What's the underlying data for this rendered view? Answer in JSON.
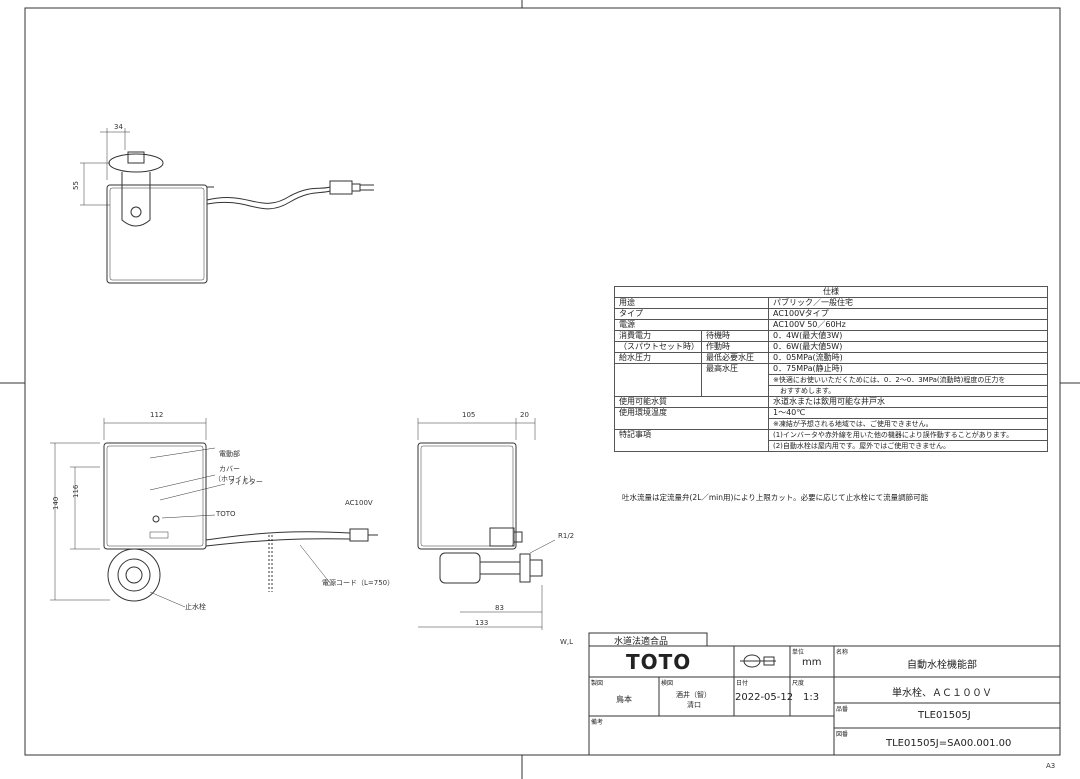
{
  "dimensions": {
    "top_width": "34",
    "top_height": "55",
    "front_width": "112",
    "front_height_total": "140",
    "front_height_body": "116",
    "side_width": "105",
    "side_offset": "20",
    "side_depth_a": "83",
    "side_depth_b": "133",
    "pipe_thread": "R1/2"
  },
  "callouts": {
    "body": "電動部",
    "cover": "カバー",
    "cover_color": "（ホワイト）",
    "filter": "フィルター",
    "brand_mark": "TOTO",
    "voltage": "AC100V",
    "cord": "電源コード（L=750）",
    "stop_valve": "止水栓",
    "scale_mark": "W,L",
    "sheet_size": "A3"
  },
  "spec": {
    "title": "仕様",
    "rows": [
      {
        "label": "用途",
        "sub": "",
        "value": "パブリック／一般住宅"
      },
      {
        "label": "タイプ",
        "sub": "",
        "value": "AC100Vタイプ"
      },
      {
        "label": "電源",
        "sub": "",
        "value": "AC100V 50／60Hz"
      },
      {
        "label": "消費電力",
        "sub": "待機時",
        "value": "0．4W(最大値3W)"
      },
      {
        "label": "（スパウトセット時）",
        "sub": "作動時",
        "value": "0．6W(最大値5W)"
      },
      {
        "label": "給水圧力",
        "sub": "最低必要水圧",
        "value": "0．05MPa(流動時)"
      },
      {
        "label": "",
        "sub": "最高水圧",
        "value": "0．75MPa(静止時)"
      },
      {
        "label": "",
        "sub": "",
        "value": "※快適にお使いいただくためには、0．2～0．3MPa(流動時)程度の圧力を"
      },
      {
        "label": "",
        "sub": "",
        "value": "　おすすめします。"
      },
      {
        "label": "使用可能水質",
        "sub": "",
        "value": "水道水または飲用可能な井戸水"
      },
      {
        "label": "使用環境温度",
        "sub": "",
        "value": "1～40℃"
      },
      {
        "label": "",
        "sub": "",
        "value": "※凍結が予想される地域では、ご使用できません。"
      },
      {
        "label": "特記事項",
        "sub": "",
        "value": "(1)インバータや赤外線を用いた他の機器により誤作動することがあります。"
      },
      {
        "label": "",
        "sub": "",
        "value": "(2)自動水栓は屋内用です。屋外ではご使用できません。"
      }
    ],
    "note": "吐水流量は定流量弁(2L／min用)により上限カット。必要に応じて止水栓にて流量調節可能"
  },
  "titleblock": {
    "compliance": "水道法適合品",
    "logo": "TOTO",
    "unit_label": "単位",
    "unit": "mm",
    "name_label": "名称",
    "name": "自動水栓機能部",
    "subname": "単水栓、ＡＣ１００Ｖ",
    "drafted_label": "製図",
    "drafted": "鳥本",
    "checked_label": "検図",
    "checked": "酒井（智）",
    "checked2": "清口",
    "date_label": "日付",
    "date": "2022-05-12",
    "scale_label": "尺度",
    "scale": "1:3",
    "model_label": "品番",
    "model": "TLE01505J",
    "remarks_label": "備考",
    "drawing_label": "図番",
    "drawing_no": "TLE01505J=SA00.001.00"
  },
  "colors": {
    "line": "#333333",
    "body_fill": "#ffffff"
  }
}
